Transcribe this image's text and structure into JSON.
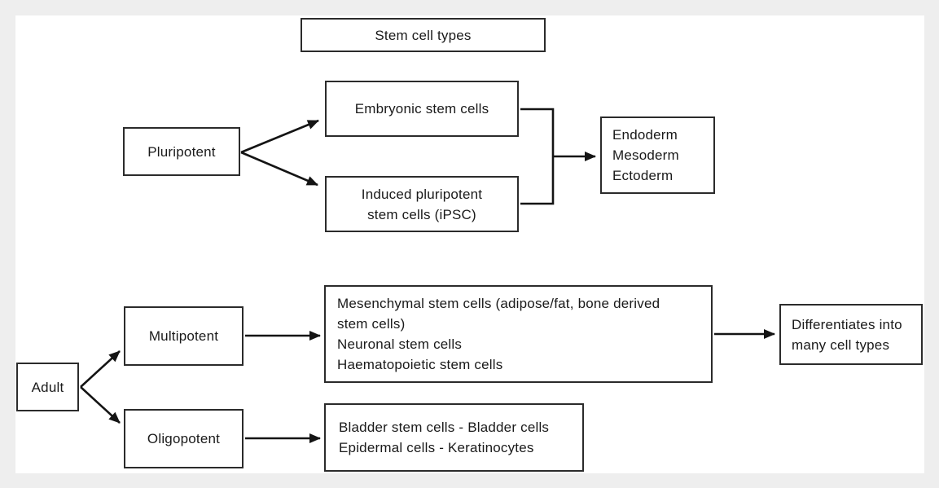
{
  "page": {
    "background_color": "#eeeeee",
    "canvas_color": "#ffffff",
    "line_color": "#141414",
    "text_color": "#1a1a1a"
  },
  "diagram": {
    "title": "Stem cell types",
    "nodes": {
      "pluripotent": {
        "label": "Pluripotent"
      },
      "embryonic": {
        "label": "Embryonic stem cells"
      },
      "ipsc": {
        "lines": [
          "Induced pluripotent",
          "stem cells (iPSC)"
        ]
      },
      "germ_layers": {
        "lines": [
          "Endoderm",
          "Mesoderm",
          "Ectoderm"
        ]
      },
      "adult": {
        "label": "Adult"
      },
      "multipotent": {
        "label": "Multipotent"
      },
      "oligopotent": {
        "label": "Oligopotent"
      },
      "multipotent_examples": {
        "lines": [
          "Mesenchymal stem cells (adipose/fat, bone derived",
          "stem cells)",
          "Neuronal stem cells",
          "Haematopoietic stem cells"
        ]
      },
      "differentiates": {
        "lines": [
          "Differentiates into",
          "many cell types"
        ]
      },
      "oligopotent_examples": {
        "lines": [
          "Bladder stem cells - Bladder cells",
          "Epidermal cells - Keratinocytes"
        ]
      }
    },
    "edges": [
      {
        "from": "Pluripotent",
        "to": "Embryonic stem cells"
      },
      {
        "from": "Pluripotent",
        "to": "Induced pluripotent stem cells (iPSC)"
      },
      {
        "from": "Embryonic stem cells",
        "to": "Endoderm Mesoderm Ectoderm"
      },
      {
        "from": "Induced pluripotent stem cells (iPSC)",
        "to": "Endoderm Mesoderm Ectoderm"
      },
      {
        "from": "Adult",
        "to": "Multipotent"
      },
      {
        "from": "Adult",
        "to": "Oligopotent"
      },
      {
        "from": "Multipotent",
        "to": "Mesenchymal / Neuronal / Haematopoietic stem cells"
      },
      {
        "from": "Mesenchymal / Neuronal / Haematopoietic stem cells",
        "to": "Differentiates into many cell types"
      },
      {
        "from": "Oligopotent",
        "to": "Bladder stem cells / Epidermal cells"
      }
    ]
  }
}
